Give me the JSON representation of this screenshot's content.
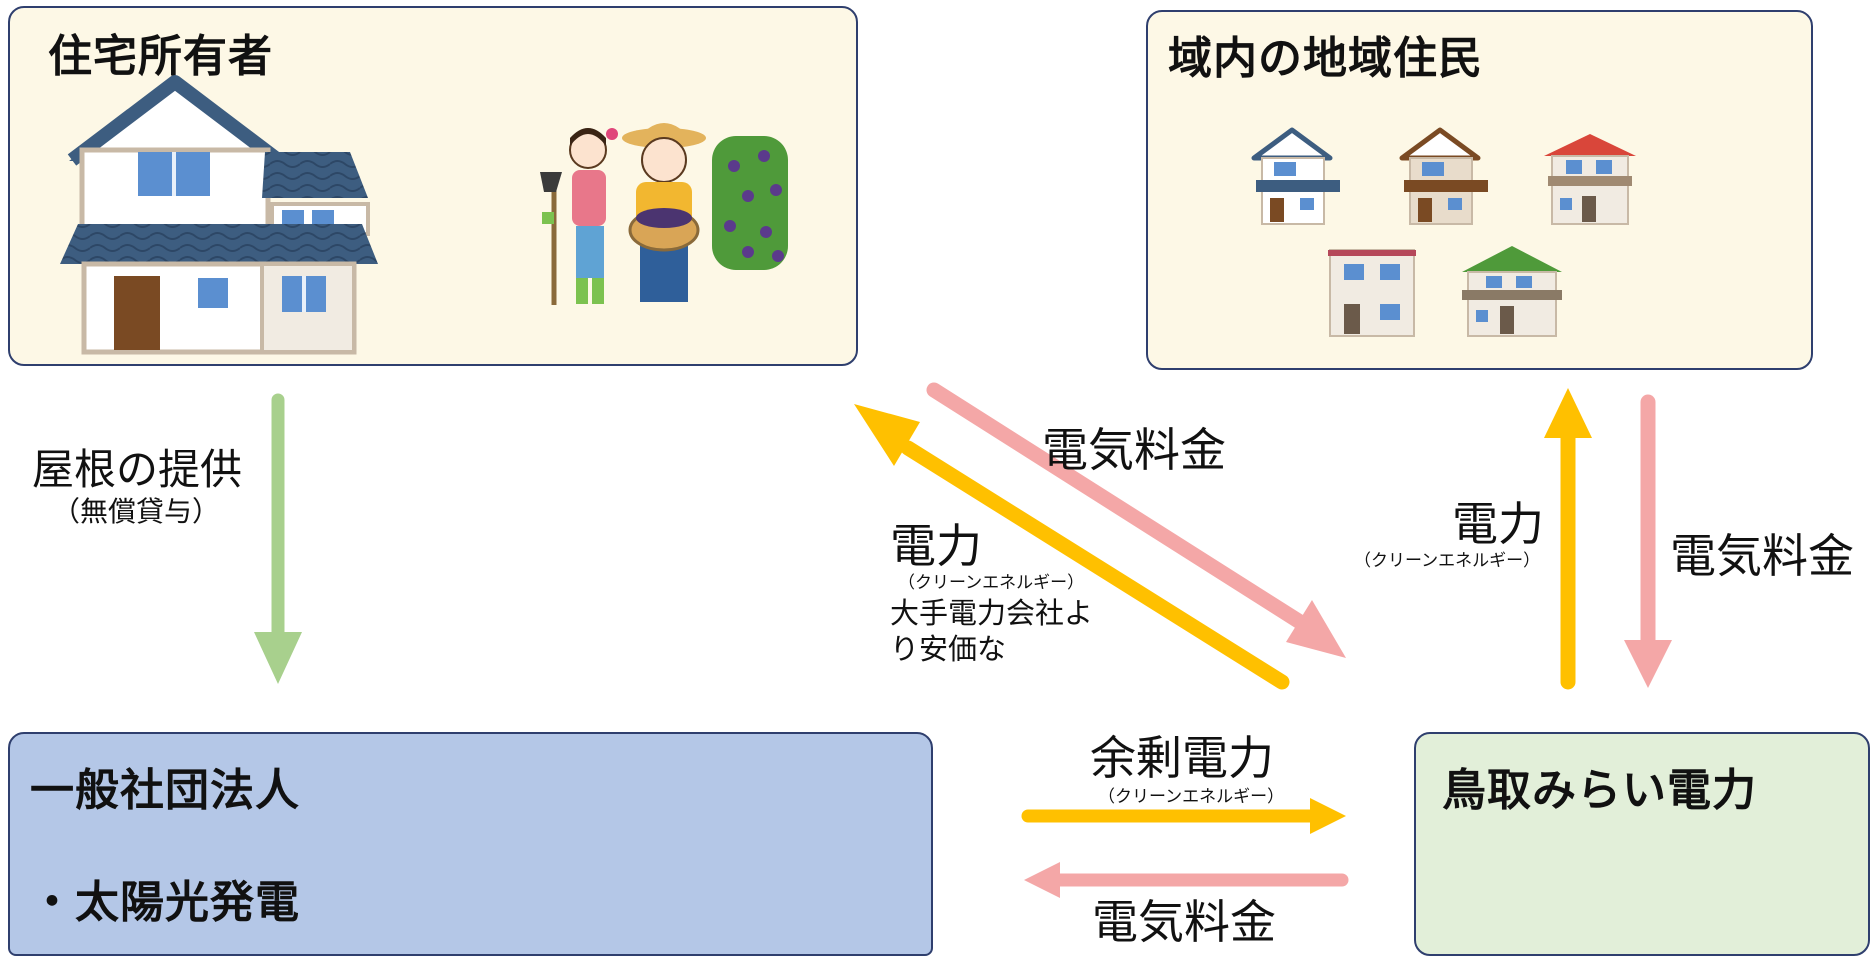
{
  "boxes": {
    "homeowner": {
      "title": "住宅所有者"
    },
    "residents": {
      "title": "域内の地域住民"
    },
    "association": {
      "title": "一般社団法人",
      "item": "・太陽光発電"
    },
    "tottori": {
      "title": "鳥取みらい電力"
    }
  },
  "flows": {
    "roof": {
      "label": "屋根の提供",
      "sub": "（無償貸与）"
    },
    "fee_diag": {
      "label": "電気料金"
    },
    "power_diag": {
      "label": "電力",
      "sub": "（クリーンエネルギー）",
      "note_line1": "大手電力会社よ",
      "note_line2": "り安価な"
    },
    "power_up": {
      "label": "電力",
      "sub": "（クリーンエネルギー）"
    },
    "fee_down": {
      "label": "電気料金"
    },
    "surplus": {
      "label": "余剰電力",
      "sub": "（クリーンエネルギー）"
    },
    "fee_left": {
      "label": "電気料金"
    }
  },
  "colors": {
    "green_arrow": "#a8d08d",
    "pink_arrow": "#f4a7a7",
    "yellow_arrow": "#ffc000",
    "beige_box": "#fdf8e6",
    "blue_box": "#b4c7e7",
    "green_box": "#e2efd9",
    "border": "#2f3f6e"
  }
}
